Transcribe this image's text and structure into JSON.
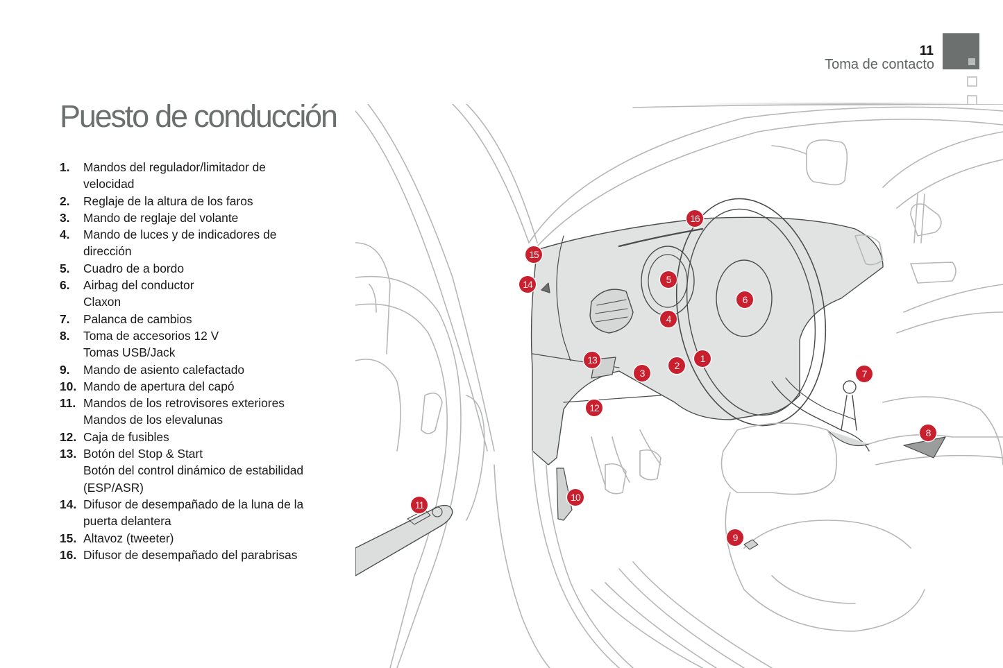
{
  "header": {
    "page_number": "11",
    "section": "Toma de contacto",
    "chapter_tab_color": "#6c716f"
  },
  "title": "Puesto de conducción",
  "legend": [
    {
      "num": "1.",
      "lines": [
        "Mandos del regulador/limitador de",
        "velocidad"
      ]
    },
    {
      "num": "2.",
      "lines": [
        "Reglaje de la altura de los faros"
      ]
    },
    {
      "num": "3.",
      "lines": [
        "Mando de reglaje del volante"
      ]
    },
    {
      "num": "4.",
      "lines": [
        "Mando de luces y de indicadores de",
        "dirección"
      ]
    },
    {
      "num": "5.",
      "lines": [
        "Cuadro de a bordo"
      ]
    },
    {
      "num": "6.",
      "lines": [
        "Airbag del conductor",
        "Claxon"
      ]
    },
    {
      "num": "7.",
      "lines": [
        "Palanca de cambios"
      ]
    },
    {
      "num": "8.",
      "lines": [
        "Toma de accesorios 12 V",
        "Tomas USB/Jack"
      ]
    },
    {
      "num": "9.",
      "lines": [
        "Mando de asiento calefactado"
      ]
    },
    {
      "num": "10.",
      "lines": [
        "Mando de apertura del capó"
      ]
    },
    {
      "num": "11.",
      "lines": [
        "Mandos de los retrovisores exteriores",
        "Mandos de los elevalunas"
      ]
    },
    {
      "num": "12.",
      "lines": [
        "Caja de fusibles"
      ]
    },
    {
      "num": "13.",
      "lines": [
        "Botón del Stop & Start",
        "Botón del control dinámico de estabilidad",
        "(ESP/ASR)"
      ]
    },
    {
      "num": "14.",
      "lines": [
        "Difusor de desempañado de la luna de la",
        "puerta delantera"
      ]
    },
    {
      "num": "15.",
      "lines": [
        "Altavoz (tweeter)"
      ]
    },
    {
      "num": "16.",
      "lines": [
        "Difusor de desempañado del parabrisas"
      ]
    }
  ],
  "illustration": {
    "callout_color": "#c9202f",
    "callouts": [
      {
        "label": "1",
        "name": "cruise-control-stalk"
      },
      {
        "label": "2",
        "name": "headlamp-height-adjust"
      },
      {
        "label": "3",
        "name": "steering-wheel-adjust"
      },
      {
        "label": "4",
        "name": "lighting-indicator-stalk"
      },
      {
        "label": "5",
        "name": "instrument-panel"
      },
      {
        "label": "6",
        "name": "driver-airbag-horn"
      },
      {
        "label": "7",
        "name": "gear-lever"
      },
      {
        "label": "8",
        "name": "accessory-socket-usb"
      },
      {
        "label": "9",
        "name": "heated-seat-control"
      },
      {
        "label": "10",
        "name": "bonnet-release"
      },
      {
        "label": "11",
        "name": "mirror-window-controls"
      },
      {
        "label": "12",
        "name": "fuse-box"
      },
      {
        "label": "13",
        "name": "stop-start-esp-buttons"
      },
      {
        "label": "14",
        "name": "door-window-demist-vent"
      },
      {
        "label": "15",
        "name": "tweeter-speaker"
      },
      {
        "label": "16",
        "name": "windscreen-demist-vent"
      }
    ]
  }
}
